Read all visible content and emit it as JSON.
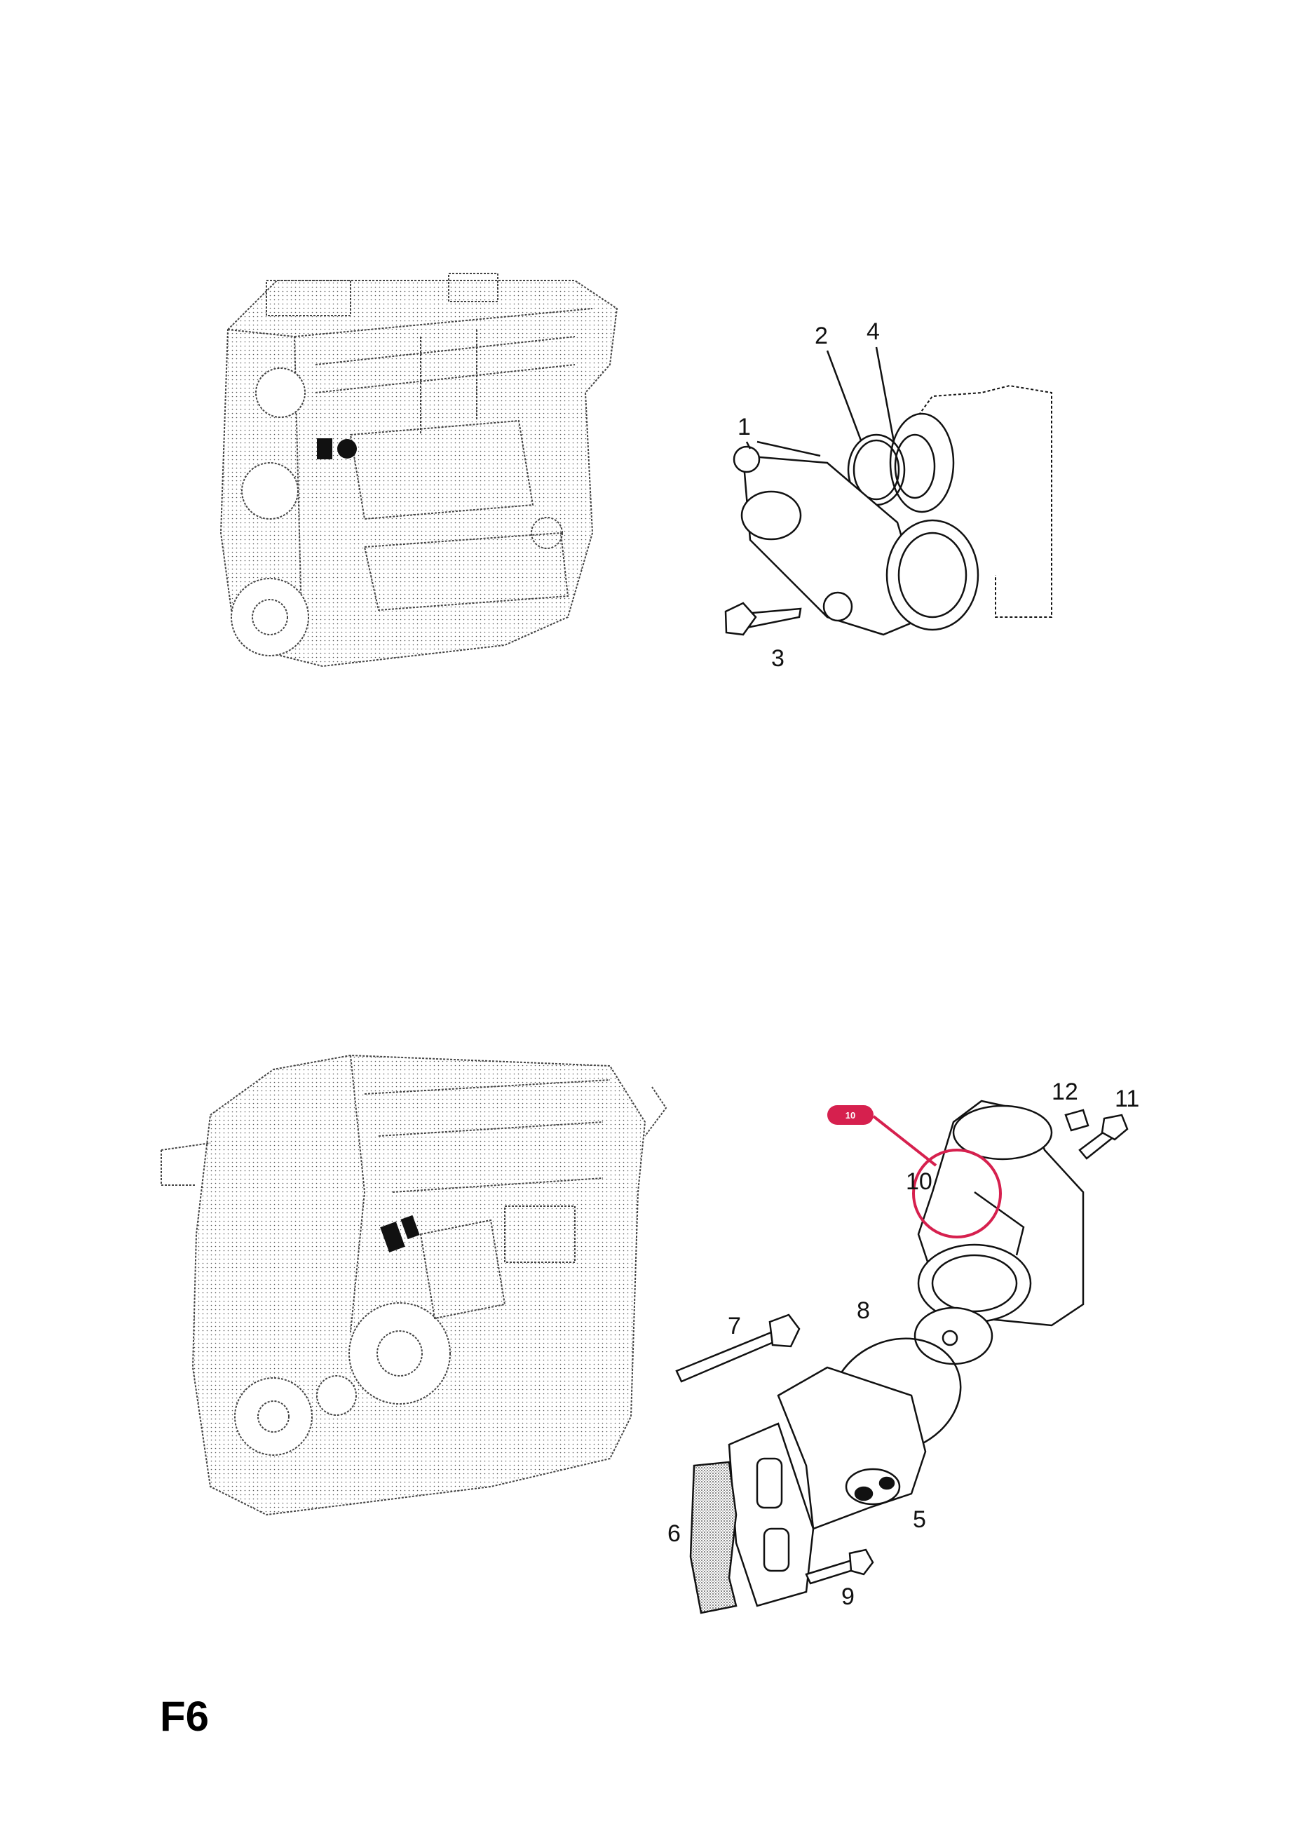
{
  "page_code": "F6",
  "highlight": {
    "label": "10",
    "color": "#d6204e"
  },
  "callouts": {
    "c1": "1",
    "c2": "2",
    "c3": "3",
    "c4": "4",
    "c5": "5",
    "c6": "6",
    "c7": "7",
    "c8": "8",
    "c9": "9",
    "c10": "10",
    "c11": "11",
    "c12": "12"
  },
  "icons": {
    "engine_top": "engine-block-icon",
    "engine_bottom": "engine-block-icon",
    "thermostat_housing_top": "thermostat-housing-icon",
    "thermostat_housing_bottom": "thermostat-housing-icon"
  }
}
